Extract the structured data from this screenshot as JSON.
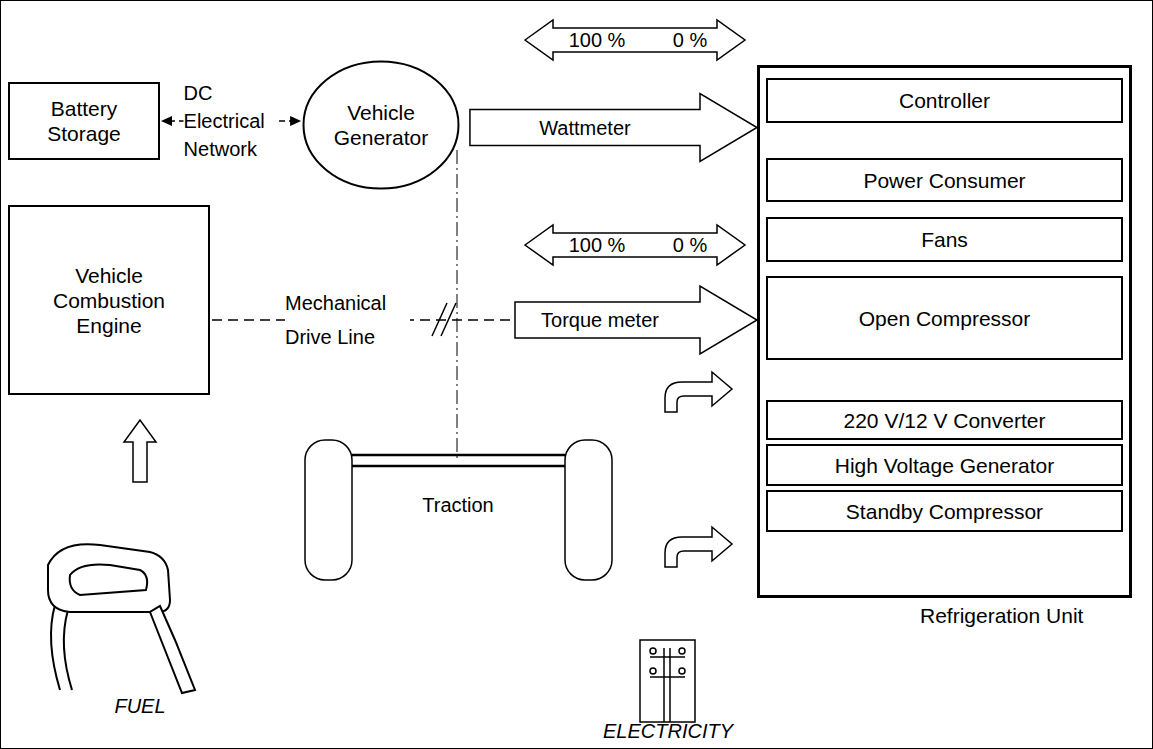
{
  "diagram": {
    "nodes": [
      {
        "text": [
          "Battery Storage"
        ]
      },
      {
        "text": [
          "Vehicle Generator"
        ]
      },
      {
        "text": [
          "Refrigeration Unit"
        ]
      },
      {
        "text": [
          "Controller"
        ],
        "in": 2
      },
      {
        "text": [
          "Power Consumer"
        ],
        "in": 2
      },
      {
        "text": [
          "Fans"
        ],
        "in": 2
      },
      {
        "text": [
          "Open Compressor"
        ],
        "in": 2
      },
      {
        "text": [
          "220 V/12 V Converter"
        ],
        "in": 2
      },
      {
        "text": [
          "High Voltage Generator"
        ],
        "in": 2
      },
      {
        "text": [
          "Standby Compressor"
        ],
        "in": 2
      },
      {
        "text": [
          "Vehicle Combustion Engine"
        ]
      }
    ],
    "edges": [
      {
        "from": 0,
        "to": 1,
        "arrow": "both",
        "label": "DC Electrical Network"
      },
      {
        "from": 1,
        "to": 2,
        "arrow": "to",
        "label": "Wattmeter"
      }
    ],
    "labels": [
      "100 %",
      "0 %",
      "100 %",
      "0 %",
      "Mechanical Drive Line",
      "Torque meter",
      "Traction",
      "FUEL",
      "ELECTRICITY"
    ]
  }
}
